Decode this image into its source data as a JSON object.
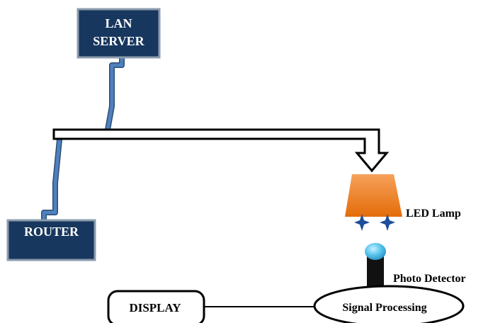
{
  "nodes": {
    "lan_server": {
      "line1": "LAN",
      "line2": "SERVER"
    },
    "router": {
      "label": "ROUTER"
    },
    "led_lamp": {
      "label": "LED Lamp"
    },
    "photo_detector": {
      "label": "Photo Detector"
    },
    "signal_processing": {
      "label": "Signal Processing"
    },
    "display": {
      "label": "DISPLAY"
    }
  },
  "colors": {
    "box_fill": "#17375e",
    "box_border": "#8c9bad",
    "cable": "#4f81bd",
    "cable_edge": "#2c4d75",
    "lamp_top": "#f6a15a",
    "lamp_bottom": "#e46c0a",
    "detector_head": "#5bc8ee",
    "detector_body": "#111111",
    "sparkle": "#1f4e9a"
  }
}
